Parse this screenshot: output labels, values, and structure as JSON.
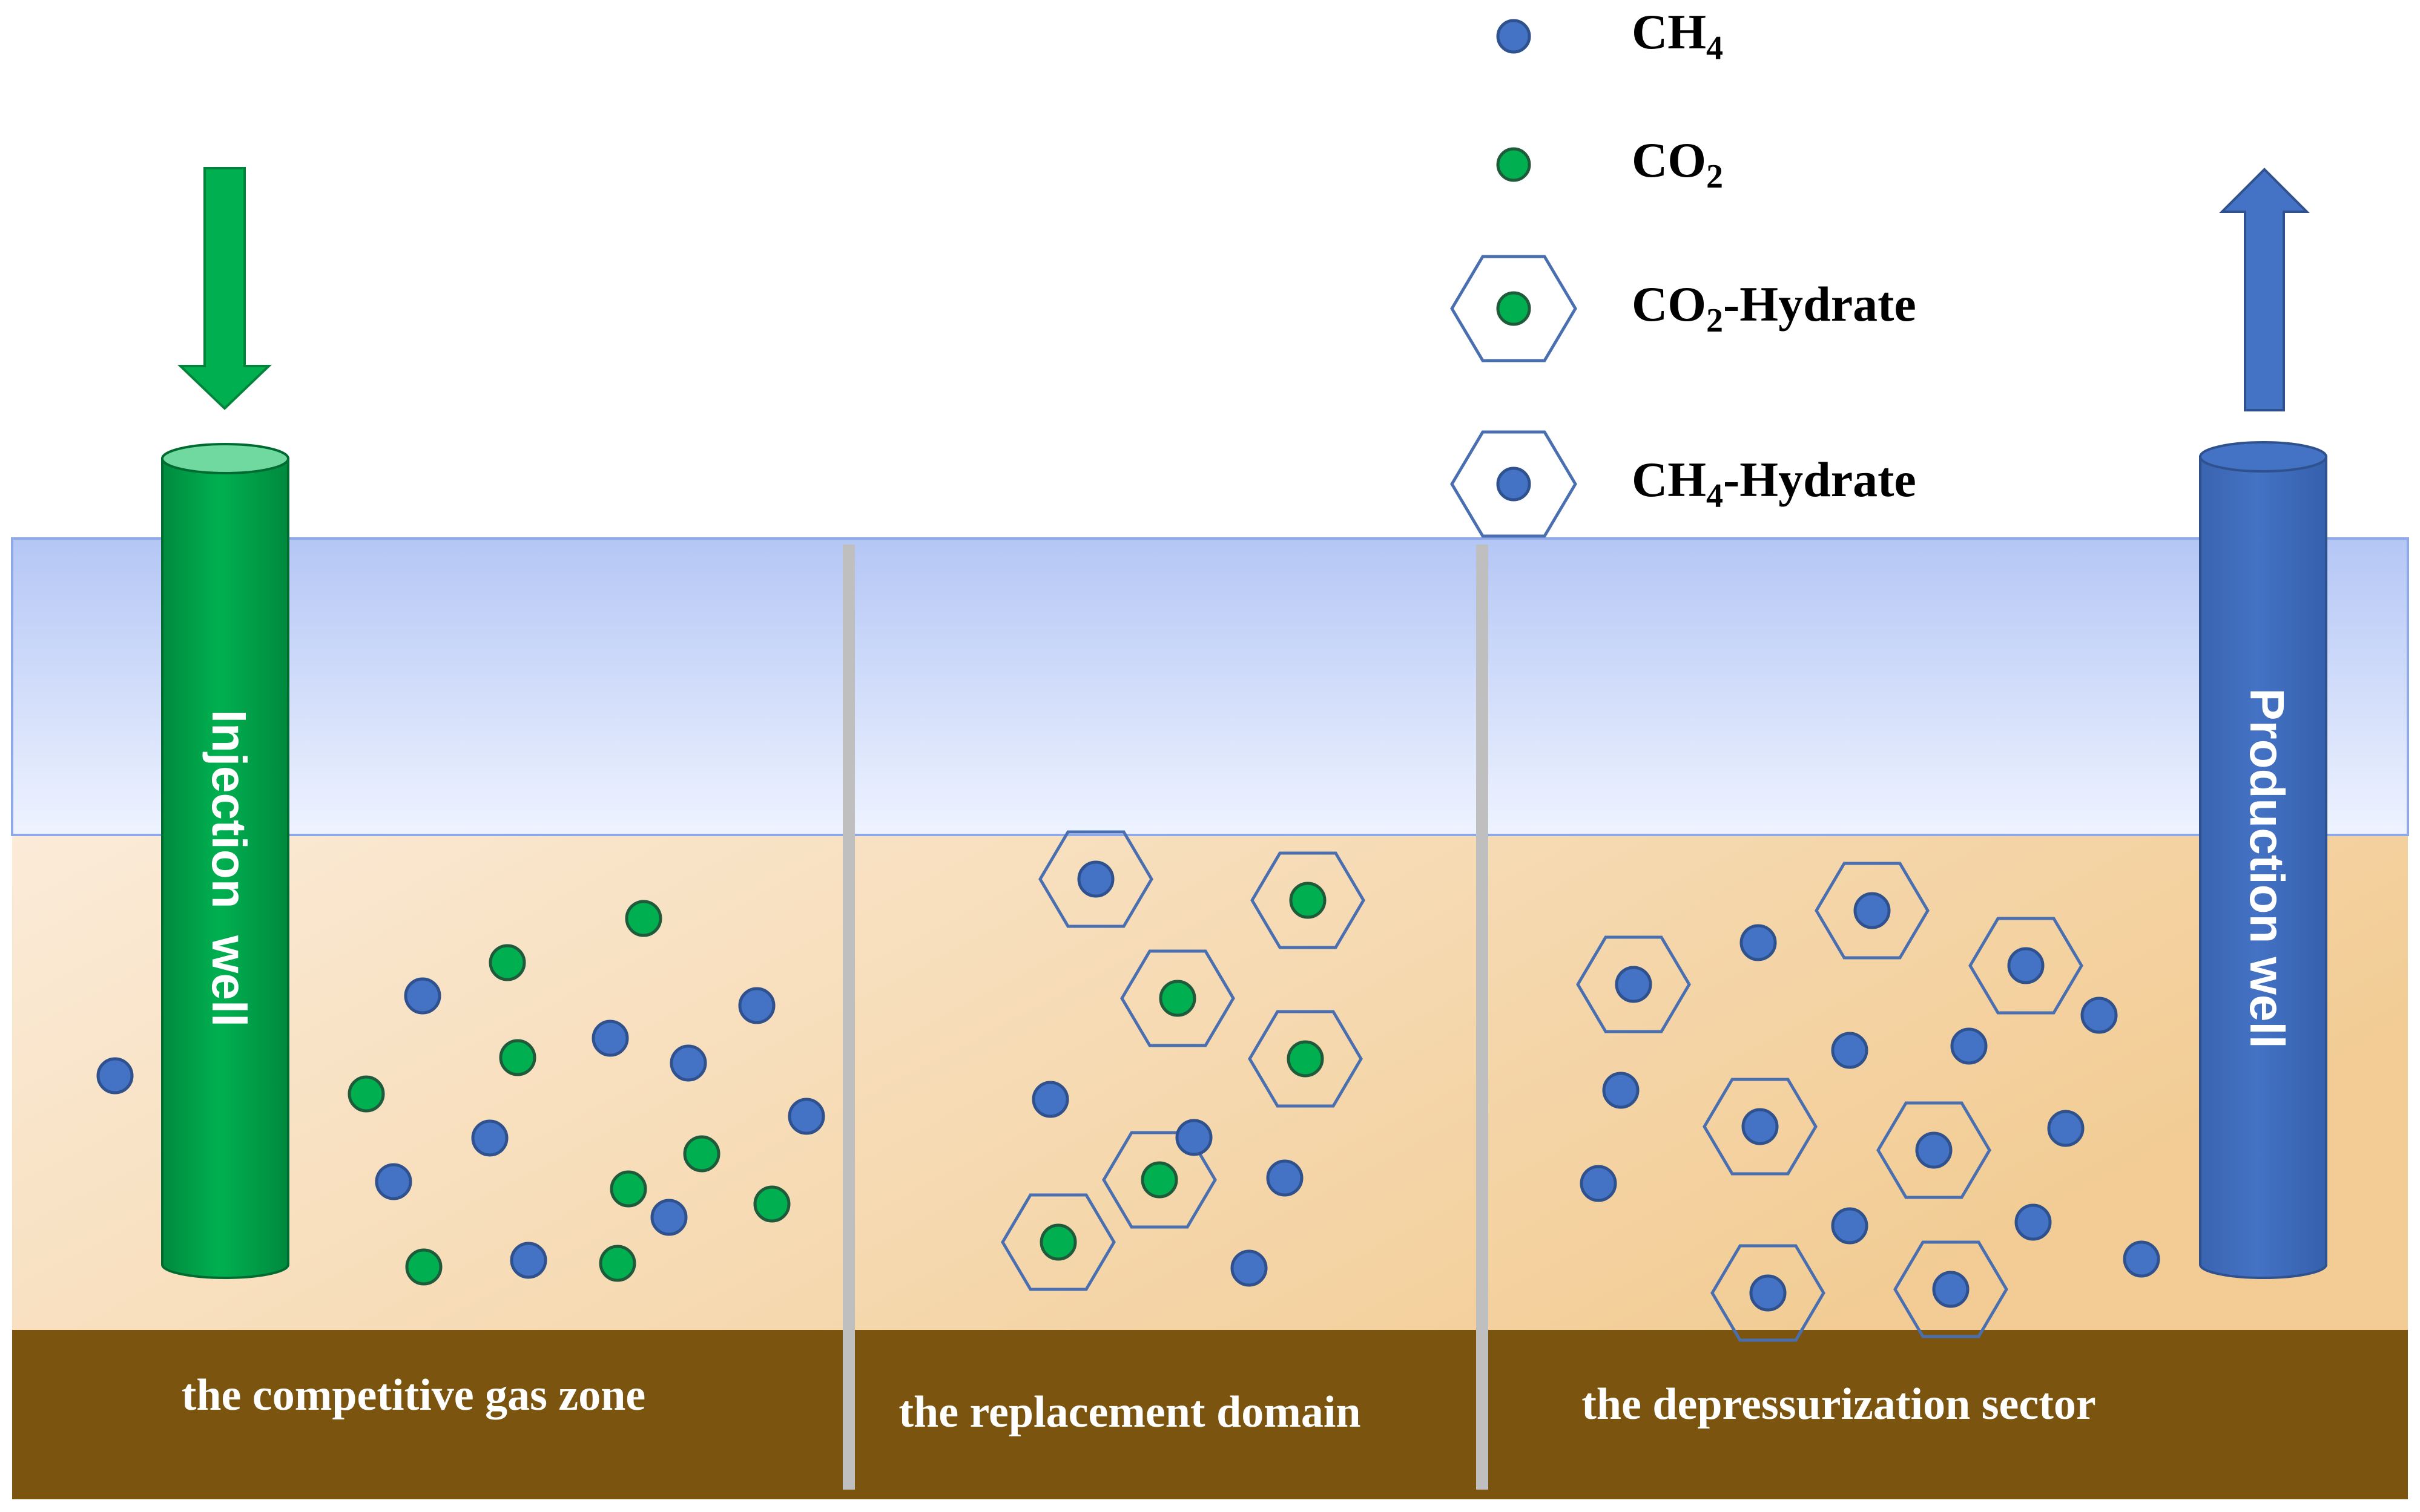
{
  "colors": {
    "ch4_fill": "#4472C4",
    "ch4_stroke": "#2F528F",
    "co2_fill": "#00B050",
    "co2_stroke": "#1F5A3A",
    "hydrate_stroke": "#4A6FB0",
    "injection_well": "#00B050",
    "production_well": "#4472C4",
    "water_top": "#B4C6F5",
    "water_bottom": "#EEF3FF",
    "sediment_left": "#FBEBD8",
    "sediment_right": "#F2CC94",
    "bedrock": "#7B5410",
    "divider": "#BFBFBF",
    "zone_label": "#FFFFFF"
  },
  "legend": {
    "ch4": {
      "base": "CH",
      "sub": "4",
      "suffix": ""
    },
    "co2": {
      "base": "CO",
      "sub": "2",
      "suffix": ""
    },
    "co2_hydrate": {
      "base": "CO",
      "sub": "2",
      "suffix": "-Hydrate"
    },
    "ch4_hydrate": {
      "base": "CH",
      "sub": "4",
      "suffix": "-Hydrate"
    }
  },
  "wells": {
    "injection_label": "Injection  well",
    "production_label": "Production well"
  },
  "zones": {
    "competitive": "the competitive gas zone",
    "replacement": "the replacement domain",
    "depressurization": "the depressurization sector"
  }
}
